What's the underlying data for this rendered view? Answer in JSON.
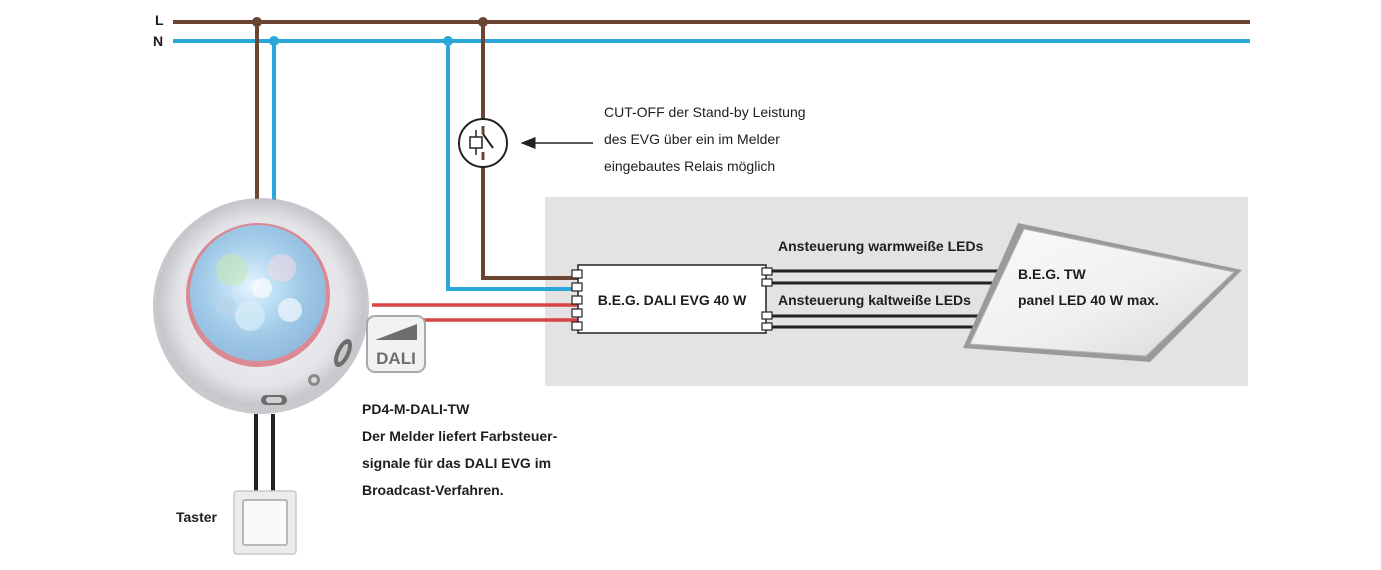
{
  "wires": {
    "l_label": "L",
    "n_label": "N",
    "colors": {
      "phase": "#6b4531",
      "neutral": "#2aa7d8",
      "dali": "#d94545",
      "dark": "#222222"
    }
  },
  "relay_note": {
    "lines": [
      "CUT-OFF der Stand-by Leistung",
      "des EVG über ein im Melder",
      "eingebautes Relais möglich"
    ]
  },
  "driver": {
    "label": "B.E.G. DALI EVG 40 W"
  },
  "channels": {
    "warm": "Ansteuerung warmweiße LEDs",
    "cold": "Ansteuerung kaltweiße LEDs"
  },
  "panel": {
    "line1": "B.E.G. TW",
    "line2": "panel LED 40 W max."
  },
  "dali_logo": {
    "text": "DALI"
  },
  "sensor_note": {
    "lines": [
      "PD4-M-DALI-TW",
      "Der Melder liefert Farbsteuer-",
      "signale für das DALI EVG im",
      "Broadcast-Verfahren."
    ]
  },
  "button": {
    "label": "Taster"
  }
}
